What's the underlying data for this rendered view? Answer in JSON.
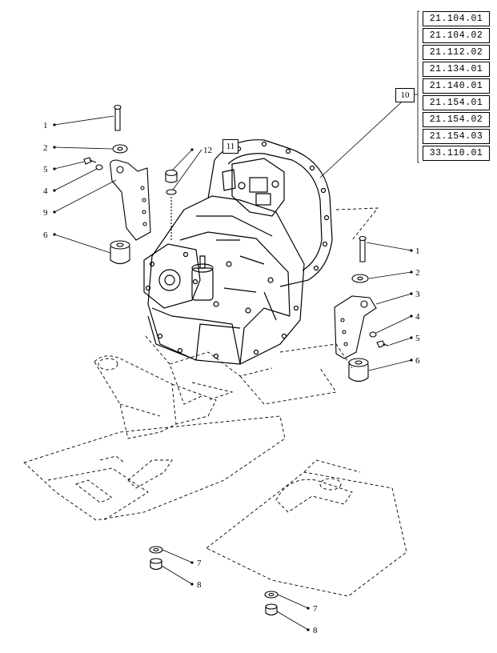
{
  "reference_codes": [
    "21.104.01",
    "21.104.02",
    "21.112.02",
    "21.134.01",
    "21.140.01",
    "21.154.01",
    "21.154.02",
    "21.154.03",
    "33.110.01"
  ],
  "group_ref": "10",
  "box_11": "11",
  "callout_12": "12",
  "callouts_left": [
    "1",
    "2",
    "5",
    "4",
    "9",
    "6"
  ],
  "callouts_right": [
    "1",
    "2",
    "3",
    "4",
    "5",
    "6"
  ],
  "callouts_bottom_left": [
    "7",
    "8"
  ],
  "callouts_bottom_right": [
    "7",
    "8"
  ]
}
